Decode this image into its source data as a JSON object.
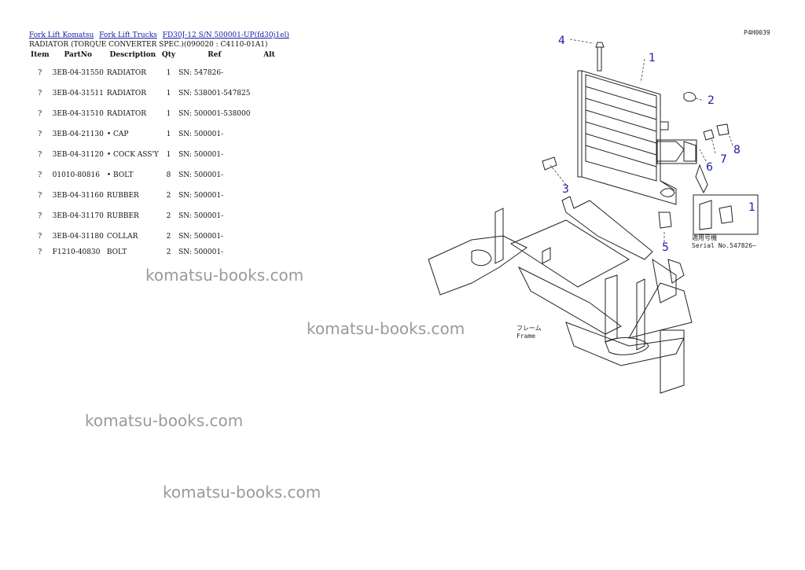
{
  "breadcrumb": {
    "links": [
      "Fork Lift Komatsu",
      "Fork Lift Trucks",
      "FD30J-12 S/N 500001-UP(fd30j1el)"
    ]
  },
  "subtitle": "RADIATOR (TORQUE CONVERTER SPEC.)(090020 : C4110-01A1)",
  "table": {
    "headers": [
      "Item",
      "PartNo",
      "Description",
      "Qty",
      "Ref",
      "Alt"
    ],
    "rows": [
      {
        "item": "?",
        "part": "3EB-04-31550",
        "desc": "RADIATOR",
        "qty": "1",
        "ref": "SN: 547826-",
        "alt": ""
      },
      {
        "item": "?",
        "part": "3EB-04-31511",
        "desc": "RADIATOR",
        "qty": "1",
        "ref": "SN: 538001-547825",
        "alt": ""
      },
      {
        "item": "?",
        "part": "3EB-04-31510",
        "desc": "RADIATOR",
        "qty": "1",
        "ref": "SN: 500001-538000",
        "alt": ""
      },
      {
        "item": "?",
        "part": "3EB-04-21130",
        "desc": "• CAP",
        "qty": "1",
        "ref": "SN: 500001-",
        "alt": ""
      },
      {
        "item": "?",
        "part": "3EB-04-31120",
        "desc": "• COCK ASS'Y",
        "qty": "1",
        "ref": "SN: 500001-",
        "alt": ""
      },
      {
        "item": "?",
        "part": "01010-80816",
        "desc": "• BOLT",
        "qty": "8",
        "ref": "SN: 500001-",
        "alt": ""
      },
      {
        "item": "?",
        "part": "3EB-04-31160",
        "desc": "RUBBER",
        "qty": "2",
        "ref": "SN: 500001-",
        "alt": ""
      },
      {
        "item": "?",
        "part": "3EB-04-31170",
        "desc": "RUBBER",
        "qty": "2",
        "ref": "SN: 500001-",
        "alt": ""
      },
      {
        "item": "?",
        "part": "3EB-04-31180",
        "desc": "COLLAR",
        "qty": "2",
        "ref": "SN: 500001-",
        "alt": ""
      },
      {
        "item": "?",
        "part": "F1210-40830",
        "desc": "BOLT",
        "qty": "2",
        "ref": "SN: 500001-",
        "alt": ""
      }
    ]
  },
  "watermarks": [
    "komatsu-books.com",
    "komatsu-books.com",
    "komatsu-books.com",
    "komatsu-books.com"
  ],
  "diagram": {
    "callouts": [
      "1",
      "2",
      "3",
      "4",
      "5",
      "6",
      "7",
      "8"
    ],
    "detail_callout": "1",
    "frame_label_jp": "フレーム",
    "frame_label": "Frame",
    "serial_label_jp": "適用号機",
    "serial_label": "Serial No.547826~",
    "code_top": "P4H0039",
    "link_color": "#1a1aa6",
    "callout_color": "#1a1aa6"
  }
}
